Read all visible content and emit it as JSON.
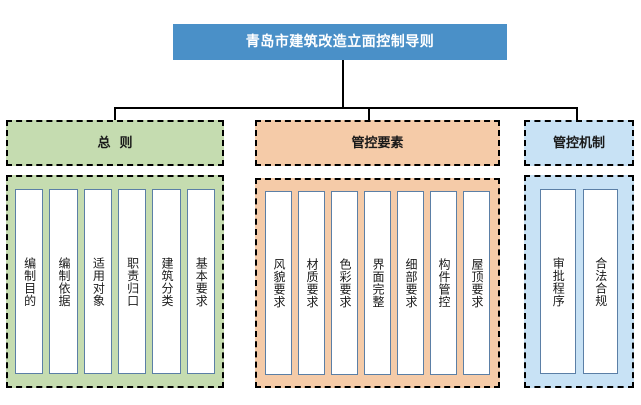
{
  "diagram": {
    "type": "organizational-tree",
    "title": {
      "label": "青岛市建筑改造立面控制导则",
      "color": "#4a90c8",
      "text_color": "#ffffff"
    },
    "sections": [
      {
        "key": "general",
        "header": "总  则",
        "color": "#c5dcb0",
        "items": [
          {
            "label": "编制目的"
          },
          {
            "label": "编制依据"
          },
          {
            "label": "适用对象"
          },
          {
            "label": "职责归口"
          },
          {
            "label": "建筑分类"
          },
          {
            "label": "基本要求"
          }
        ]
      },
      {
        "key": "elements",
        "header": "管控要素",
        "color": "#f5cba8",
        "items": [
          {
            "label": "风貌要求"
          },
          {
            "label": "材质要求"
          },
          {
            "label": "色彩要求"
          },
          {
            "label": "界面完整"
          },
          {
            "label": "细部要求"
          },
          {
            "label": "构件管控"
          },
          {
            "label": "屋顶要求"
          }
        ]
      },
      {
        "key": "mechanism",
        "header": "管控机制",
        "color": "#c8e2f5",
        "items": [
          {
            "label": "审批程序"
          },
          {
            "label": "合法合规"
          }
        ]
      }
    ]
  }
}
